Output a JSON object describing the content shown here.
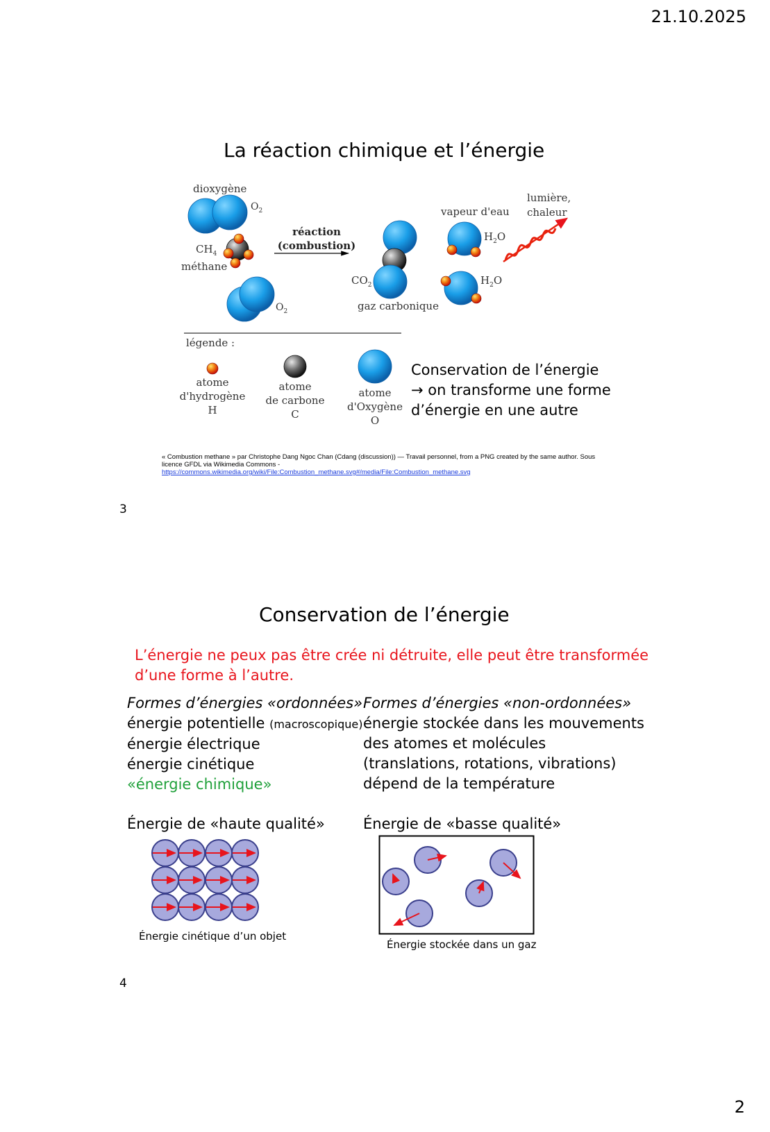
{
  "header": {
    "date": "21.10.2025"
  },
  "footer": {
    "page_number": "2"
  },
  "slide3": {
    "number": "3",
    "title": "La réaction chimique et l’énergie",
    "figure": {
      "dioxygene": "dioxygène",
      "o2_top": "O2",
      "ch4": "CH4",
      "methane": "méthane",
      "o2_bottom": "O2",
      "reaction_line1": "réaction",
      "reaction_line2": "(combustion)",
      "co2": "CO2",
      "gaz_carbonique": "gaz carbonique",
      "vapeur_eau": "vapeur d'eau",
      "h2o_top": "H2O",
      "h2o_bottom": "H2O",
      "lumiere": "lumière,",
      "chaleur": "chaleur",
      "legende": "légende :",
      "legend_h": [
        "atome",
        "d'hydrogène",
        "H"
      ],
      "legend_c": [
        "atome",
        "de carbone",
        "C"
      ],
      "legend_o": [
        "atome",
        "d'Oxygène",
        "O"
      ]
    },
    "conservation": {
      "line1": "Conservation de l’énergie",
      "line2": "→ on transforme une forme",
      "line3": "d’énergie en une autre"
    },
    "credit": {
      "text": "« Combustion methane » par Christophe Dang Ngoc Chan (Cdang (discussion)) — Travail personnel, from a PNG created by the same author. Sous licence GFDL via Wikimedia Commons -",
      "link": "https://commons.wikimedia.org/wiki/File:Combustion_methane.svg#/media/File:Combustion_methane.svg"
    },
    "colors": {
      "oxygen": "#1a9ee8",
      "hydrogen": "#e8220e",
      "carbon": "#555555"
    }
  },
  "slide4": {
    "number": "4",
    "title": "Conservation de l’énergie",
    "statement_line1": "L’énergie ne peux pas être crée ni détruite, elle peut être transformée",
    "statement_line2": "d’une forme à l’autre.",
    "left": {
      "heading": "Formes d’énergies «ordonnées»",
      "item1": "énergie potentielle",
      "item1_note": "(macroscopique)",
      "item2": "énergie électrique",
      "item3": "énergie cinétique",
      "item4": "«énergie chimique»",
      "quality": "Énergie de «haute qualité»",
      "caption": "Énergie cinétique d’un objet"
    },
    "right": {
      "heading": "Formes d’énergies «non-ordonnées»",
      "item1": "énergie stockée dans les mouvements",
      "item2": "des atomes et molécules",
      "item3": "(translations, rotations, vibrations)",
      "item4": "dépend de la température",
      "quality": "Énergie de «basse qualité»",
      "caption": "Énergie stockée dans un gaz"
    },
    "colors": {
      "statement": "#e8141c",
      "chemical": "#1fa03a",
      "particle": "#a7a9dd",
      "arrow": "#e8141c"
    }
  }
}
